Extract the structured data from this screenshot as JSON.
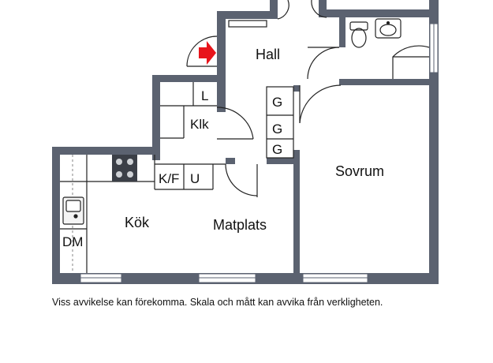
{
  "floorplan": {
    "rooms": {
      "hall": "Hall",
      "kok": "Kök",
      "matplats": "Matplats",
      "sovrum": "Sovrum"
    },
    "fixtures": {
      "linen": "L",
      "klk": "Klk",
      "g1": "G",
      "g2": "G",
      "g3": "G",
      "kf": "K/F",
      "u": "U",
      "dm": "DM"
    },
    "colors": {
      "wall": "#5b6270",
      "window": "#ffffff",
      "entrance_arrow": "#e8141b",
      "lines": "#222222"
    }
  },
  "disclaimer": "Viss avvikelse kan förekomma. Skala och mått kan avvika från verkligheten."
}
